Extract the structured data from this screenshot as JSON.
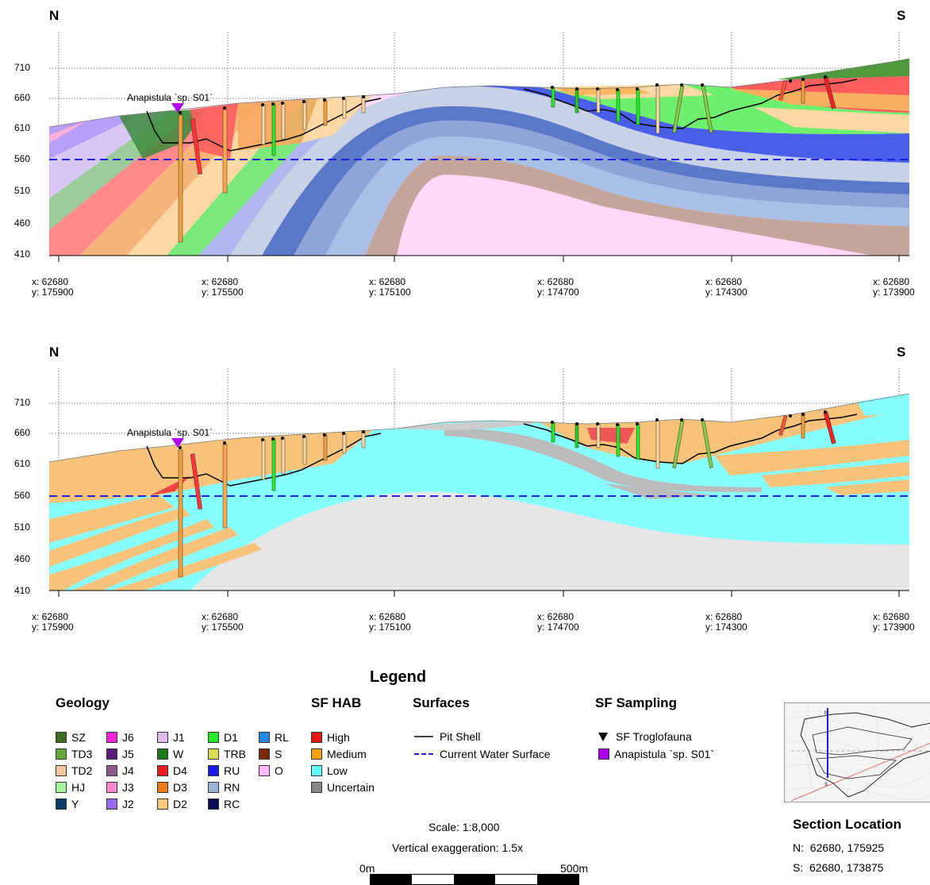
{
  "sections": [
    {
      "north_label": "N",
      "south_label": "S",
      "annotation": "Anapistula `sp. S01`",
      "y_ticks": [
        "710",
        "660",
        "610",
        "560",
        "510",
        "460",
        "410"
      ],
      "x_ticks": [
        {
          "x": "x: 62680",
          "y": "y: 175900"
        },
        {
          "x": "x: 62680",
          "y": "y: 175500"
        },
        {
          "x": "x: 62680",
          "y": "y: 175100"
        },
        {
          "x": "x: 62680",
          "y": "y: 174700"
        },
        {
          "x": "x: 62680",
          "y": "y: 174300"
        },
        {
          "x": "x: 62680",
          "y": "y: 173900"
        }
      ],
      "style": "geology"
    },
    {
      "north_label": "N",
      "south_label": "S",
      "annotation": "Anapistula `sp. S01`",
      "y_ticks": [
        "710",
        "660",
        "610",
        "560",
        "510",
        "460",
        "410"
      ],
      "x_ticks": [
        {
          "x": "x: 62680",
          "y": "y: 175900"
        },
        {
          "x": "x: 62680",
          "y": "y: 175500"
        },
        {
          "x": "x: 62680",
          "y": "y: 175100"
        },
        {
          "x": "x: 62680",
          "y": "y: 174700"
        },
        {
          "x": "x: 62680",
          "y": "y: 174300"
        },
        {
          "x": "x: 62680",
          "y": "y: 173900"
        }
      ],
      "style": "habitat"
    }
  ],
  "legend": {
    "title": "Legend",
    "geology": {
      "heading": "Geology",
      "columns": [
        [
          {
            "code": "SZ",
            "color": "#3e6b1f"
          },
          {
            "code": "TD3",
            "color": "#62a83a"
          },
          {
            "code": "TD2",
            "color": "#f5c8a0"
          },
          {
            "code": "HJ",
            "color": "#a8f5a0"
          },
          {
            "code": "Y",
            "color": "#0c3a66"
          }
        ],
        [
          {
            "code": "J6",
            "color": "#ff22dd"
          },
          {
            "code": "J5",
            "color": "#5c1a7a"
          },
          {
            "code": "J4",
            "color": "#8a5a8a"
          },
          {
            "code": "J3",
            "color": "#ff88cc"
          },
          {
            "code": "J2",
            "color": "#9a6aee"
          }
        ],
        [
          {
            "code": "J1",
            "color": "#ddbbee"
          },
          {
            "code": "W",
            "color": "#1e7a1e"
          },
          {
            "code": "D4",
            "color": "#ee1c1c"
          },
          {
            "code": "D3",
            "color": "#f07a10"
          },
          {
            "code": "D2",
            "color": "#fac878"
          }
        ],
        [
          {
            "code": "D1",
            "color": "#22ee22"
          },
          {
            "code": "TRB",
            "color": "#dddd55"
          },
          {
            "code": "RU",
            "color": "#1a1aee"
          },
          {
            "code": "RN",
            "color": "#99b4d8"
          },
          {
            "code": "RC",
            "color": "#0a0a55"
          }
        ],
        [
          {
            "code": "RL",
            "color": "#2288ee"
          },
          {
            "code": "S",
            "color": "#7a2a0a"
          },
          {
            "code": "O",
            "color": "#ffbbff"
          }
        ]
      ]
    },
    "hab": {
      "heading": "SF HAB",
      "items": [
        {
          "label": "High",
          "color": "#ee1111"
        },
        {
          "label": "Medium",
          "color": "#f5a010"
        },
        {
          "label": "Low",
          "color": "#66ffff"
        },
        {
          "label": "Uncertain",
          "color": "#888888"
        }
      ]
    },
    "surfaces": {
      "heading": "Surfaces",
      "pit_shell": "Pit Shell",
      "water": "Current Water Surface"
    },
    "sampling": {
      "heading": "SF Sampling",
      "troglofauna": "SF Troglofauna",
      "species": "Anapistula `sp. S01`",
      "species_color": "#aa00ee"
    }
  },
  "scale": {
    "ratio": "Scale: 1:8,000",
    "exaggeration": "Vertical exaggeration: 1.5x",
    "start": "0m",
    "end": "500m"
  },
  "location": {
    "title": "Section Location",
    "north_label": "N:",
    "north_coords": "62680, 175925",
    "south_label": "S:",
    "south_coords": "62680, 173875"
  }
}
